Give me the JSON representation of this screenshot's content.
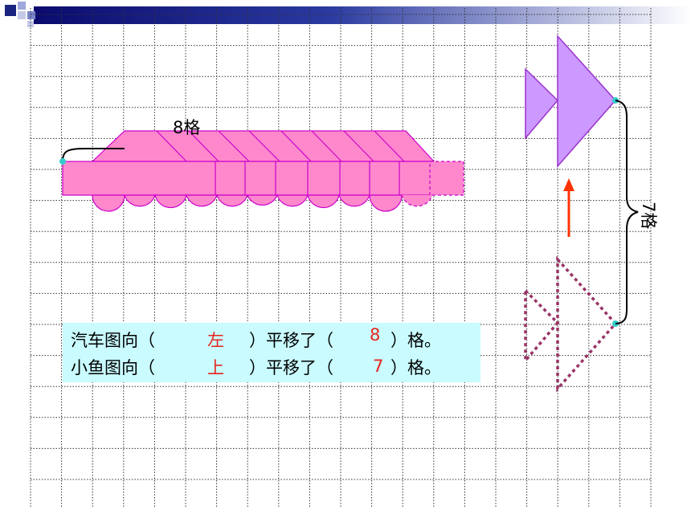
{
  "labels": {
    "car_distance": "8格",
    "fish_distance": "7格"
  },
  "sentences": [
    {
      "prefix": "汽车图向（",
      "direction": "左",
      "middle": "）平移了（",
      "amount": "8",
      "suffix": "）格。"
    },
    {
      "prefix": "小鱼图向（",
      "direction": "上",
      "middle": "）平移了（",
      "amount": "7",
      "suffix": "）格。"
    }
  ],
  "colors": {
    "shape_fill": "#ff88cc",
    "shape_stroke": "#cc00cc",
    "fish_fill": "#cc99ff",
    "fish_stroke": "#9933cc",
    "dotted_fish": "#993366",
    "arrow": "#ff3300",
    "answer": "#e8231d",
    "answer_bg": "#c9fbff",
    "title_bar": "#1a237e",
    "marker": "#33cccc"
  }
}
